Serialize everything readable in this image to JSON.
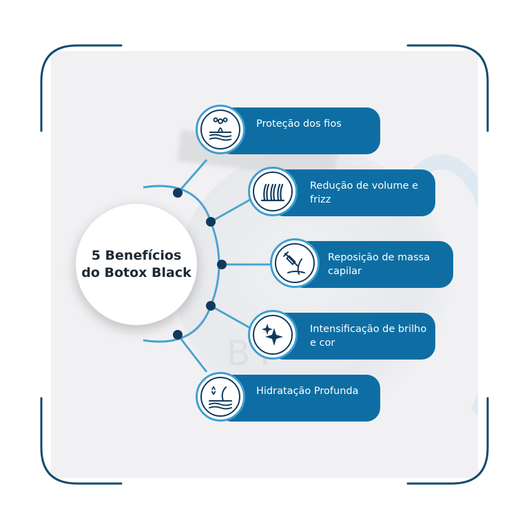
{
  "title": "5 Benefícios do Botox Black",
  "colors": {
    "accent": "#0e6ea3",
    "outline": "#3f9ed0",
    "dark": "#103a5c",
    "connector": "#4ca3cf"
  },
  "benefits": [
    {
      "label": "Proteção dos fios",
      "icon": "hair-protection-icon"
    },
    {
      "label": "Redução de volume e frizz",
      "icon": "hair-strands-icon"
    },
    {
      "label": "Reposição de massa capilar",
      "icon": "syringe-hair-icon"
    },
    {
      "label": "Intensificação de brilho e cor",
      "icon": "sparkle-icon"
    },
    {
      "label": "Hidratação Profunda",
      "icon": "hydration-icon"
    }
  ]
}
